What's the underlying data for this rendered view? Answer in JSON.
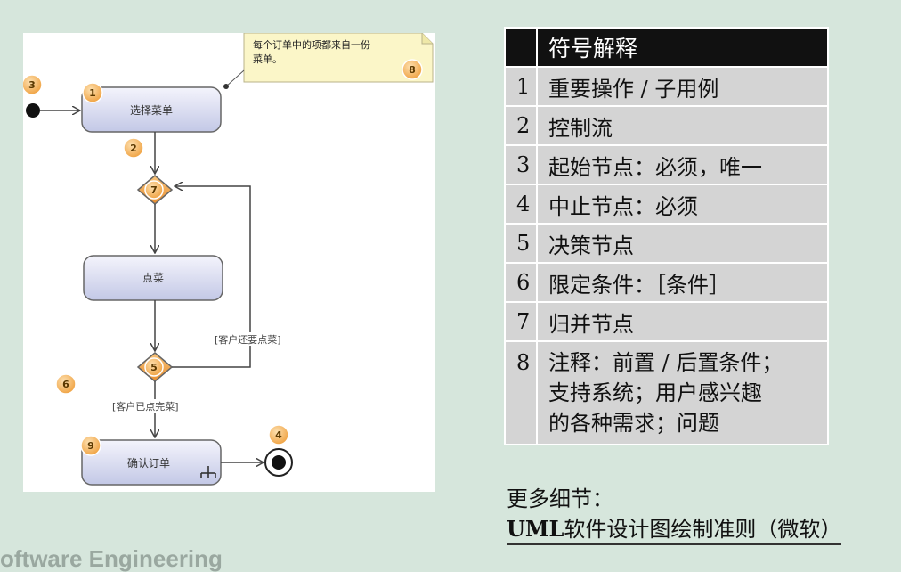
{
  "diagram": {
    "note_text_line1": "每个订单中的项都来自一份",
    "note_text_line2": "菜单。",
    "nodes": {
      "select_menu": "选择菜单",
      "order_dish": "点菜",
      "confirm_order": "确认订单"
    },
    "guards": {
      "more_dishes": "[客户还要点菜]",
      "done": "[客户已点完菜]"
    },
    "badges": [
      "1",
      "2",
      "3",
      "4",
      "5",
      "6",
      "7",
      "8",
      "9"
    ],
    "colors": {
      "badge_fill": "#f4b85c",
      "node_fill_top": "#f2f2fb",
      "node_fill_bottom": "#c6cbe8",
      "node_stroke": "#666666",
      "note_fill": "#fbf6c8",
      "decision_fill": "#f0a34a"
    }
  },
  "legend": {
    "header": "符号解释",
    "rows": [
      {
        "num": "1",
        "text": "重要操作 / 子用例"
      },
      {
        "num": "2",
        "text": "控制流"
      },
      {
        "num": "3",
        "text": "起始节点：必须，唯一"
      },
      {
        "num": "4",
        "text": "中止节点：必须"
      },
      {
        "num": "5",
        "text": "决策节点"
      },
      {
        "num": "6",
        "text": "限定条件：［条件］"
      },
      {
        "num": "7",
        "text": "归并节点"
      },
      {
        "num": "8",
        "lines": [
          "注释：前置 / 后置条件；",
          "支持系统；用户感兴趣",
          "的各种需求；问题"
        ]
      }
    ]
  },
  "more": {
    "label": "更多细节：",
    "link_bold": "UML",
    "link_rest": "软件设计图绘制准则（微软）"
  },
  "footer": {
    "text": "oftware Engineering"
  }
}
